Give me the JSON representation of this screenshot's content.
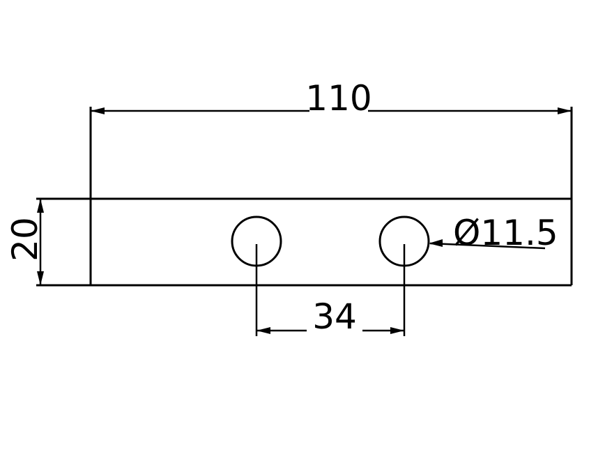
{
  "dimensions": {
    "overall_length": "110",
    "height": "20",
    "hole_spacing": "34",
    "hole_diameter": "Ø11.5"
  },
  "colors": {
    "line": "#000000",
    "background": "#ffffff"
  }
}
